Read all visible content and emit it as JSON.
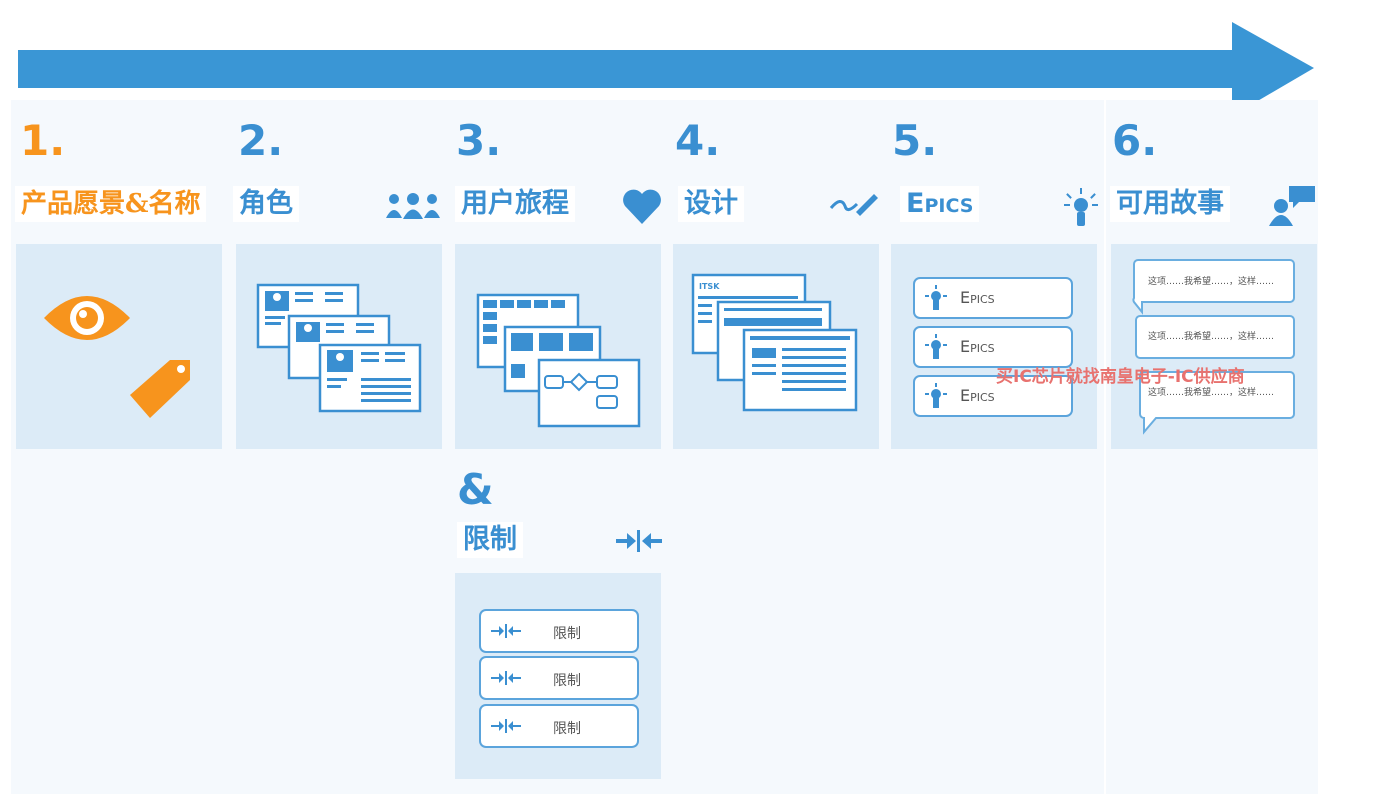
{
  "colors": {
    "arrow": "#3a96d5",
    "accent_blue": "#3a8fd1",
    "accent_orange": "#f7941d",
    "panel": "#dcebf7"
  },
  "steps": [
    {
      "number": "1.",
      "label": "产品愿景&名称",
      "icon": "eye-and-tag-icon"
    },
    {
      "number": "2.",
      "label": "角色",
      "icon": "users-icon"
    },
    {
      "number": "3.",
      "label": "用户旅程",
      "icon": "heart-icon"
    },
    {
      "number": "4.",
      "label": "设计",
      "icon": "pen-icon"
    },
    {
      "number": "5.",
      "label": "Epics",
      "icon": "lightbulb-icon"
    },
    {
      "number": "6.",
      "label": "可用故事",
      "icon": "chat-user-icon"
    }
  ],
  "constraints": {
    "ampersand": "&",
    "label": "限制",
    "items": [
      "限制",
      "限制",
      "限制"
    ]
  },
  "epics": {
    "items": [
      "Epics",
      "Epics",
      "Epics"
    ]
  },
  "stories": {
    "items": [
      "这项……我希望……，这样……",
      "这项……我希望……，这样……",
      "这项……我希望……，这样……"
    ]
  },
  "mockup": {
    "logo_text": "ITSK"
  },
  "watermark": "买IC芯片就找南皇电子-IC供应商"
}
